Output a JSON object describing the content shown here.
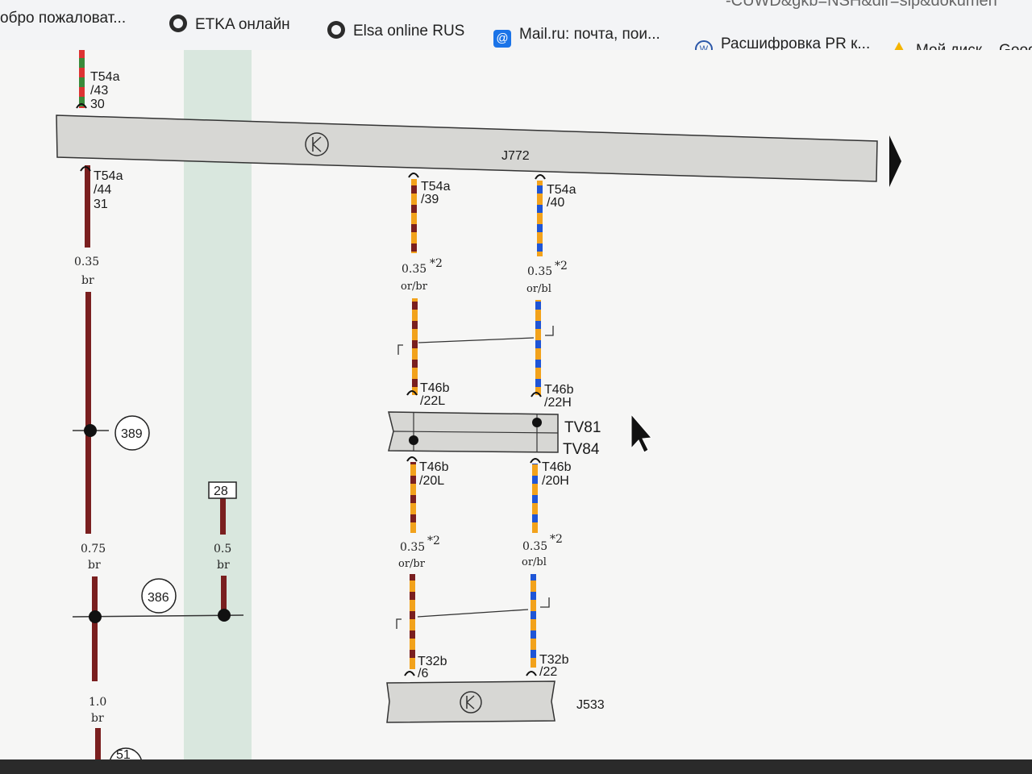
{
  "bookmarks": [
    {
      "label": "обро пожаловат...",
      "icon": "none"
    },
    {
      "label": "ETKA онлайн",
      "icon": "globe-icon"
    },
    {
      "label": "Elsa online RUS",
      "icon": "globe-icon"
    },
    {
      "label": "Mail.ru: почта, пои...",
      "icon": "mail-icon"
    },
    {
      "label": "Расшифровка PR к...",
      "icon": "vw-icon"
    },
    {
      "label": "Мой диск – Goog",
      "icon": "drive-icon"
    }
  ],
  "url_fragment": "-CUWD&gkb=NSH&dir=slp&dokumen",
  "diagram": {
    "components": {
      "j772": "J772",
      "j533": "J533",
      "tv81": "TV81",
      "tv84": "TV84"
    },
    "connectors": {
      "t54a_43": [
        "T54a",
        "/43",
        "30"
      ],
      "t54a_44": [
        "T54a",
        "/44",
        "31"
      ],
      "t54a_39": [
        "T54a",
        "/39"
      ],
      "t54a_40": [
        "T54a",
        "/40"
      ],
      "t46b_22l": [
        "T46b",
        "/22L"
      ],
      "t46b_22h": [
        "T46b",
        "/22H"
      ],
      "t46b_20l": [
        "T46b",
        "/20L"
      ],
      "t46b_20h": [
        "T46b",
        "/20H"
      ],
      "t32b_6": [
        "T32b",
        "/6"
      ],
      "t32b_22": [
        "T32b",
        "/22"
      ]
    },
    "wires": {
      "w1": {
        "size": "0.35",
        "color": "br"
      },
      "w2": {
        "size": "0.75",
        "color": "br"
      },
      "w3": {
        "size": "0.5",
        "color": "br"
      },
      "w4": {
        "size": "1.0",
        "color": "br"
      },
      "can_l_top": {
        "size": "0.35",
        "note": "*2",
        "color": "or/br"
      },
      "can_h_top": {
        "size": "0.35",
        "note": "*2",
        "color": "or/bl"
      },
      "can_l_bot": {
        "size": "0.35",
        "note": "*2",
        "color": "or/br"
      },
      "can_h_bot": {
        "size": "0.35",
        "note": "*2",
        "color": "or/bl"
      }
    },
    "markers": {
      "m389": "389",
      "m386": "386",
      "m51": "51",
      "m28": "28"
    }
  },
  "colors": {
    "brown": "#7a1f1f",
    "orange": "#f2a21b",
    "blue": "#1f55d6",
    "green": "#3a8a3a",
    "red": "#d33",
    "box_fill": "#d7d7d4"
  }
}
